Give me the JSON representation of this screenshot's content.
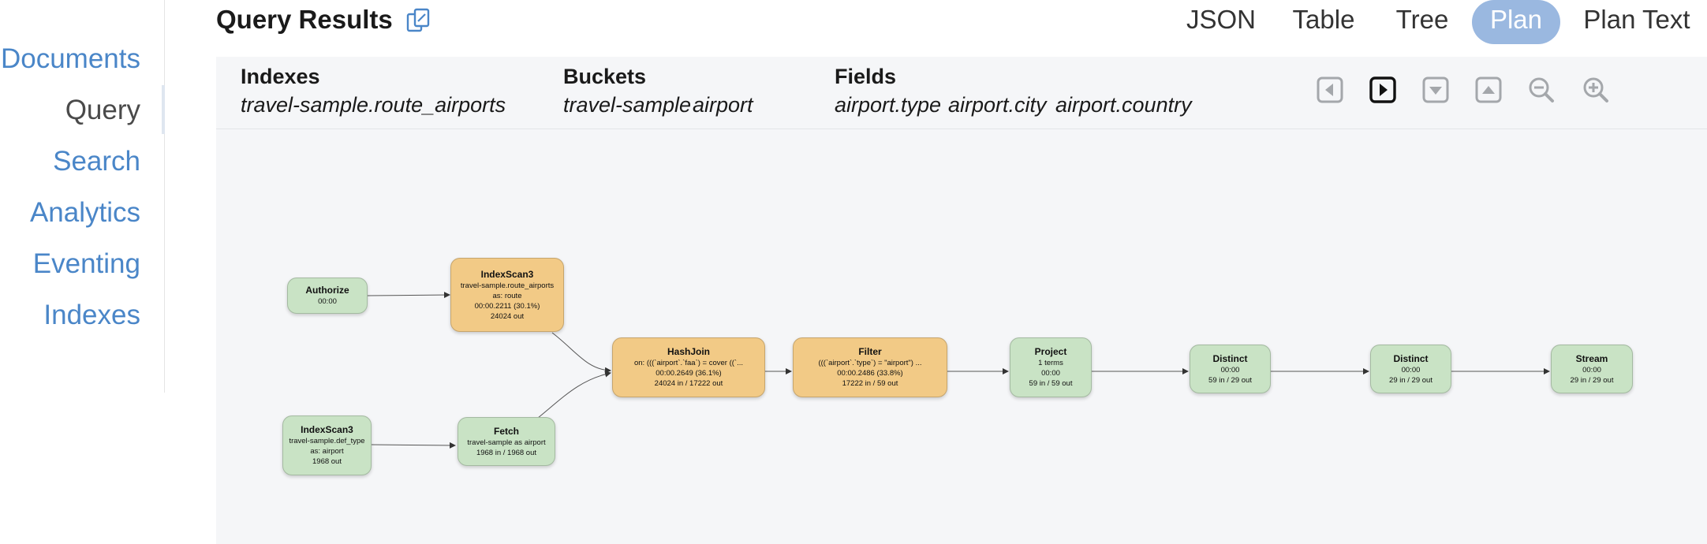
{
  "sidebar": {
    "items": [
      {
        "label": "Documents"
      },
      {
        "label": "Query"
      },
      {
        "label": "Search"
      },
      {
        "label": "Analytics"
      },
      {
        "label": "Eventing"
      },
      {
        "label": "Indexes"
      }
    ],
    "active": "Query"
  },
  "header": {
    "title": "Query Results",
    "copy_icon": "copy-icon",
    "tabs": [
      {
        "label": "JSON"
      },
      {
        "label": "Table"
      },
      {
        "label": "Tree"
      },
      {
        "label": "Plan"
      },
      {
        "label": "Plan Text"
      }
    ],
    "active_tab": "Plan"
  },
  "info": {
    "indexes_label": "Indexes",
    "indexes": [
      "travel-sample.route_airports"
    ],
    "buckets_label": "Buckets",
    "buckets": [
      "travel-sample",
      "airport"
    ],
    "fields_label": "Fields",
    "fields": [
      "airport.type",
      "airport.city",
      "airport.country"
    ]
  },
  "toolbar": {
    "icons": [
      "arrow-left-icon",
      "arrow-right-icon",
      "arrow-down-icon",
      "arrow-up-icon",
      "zoom-out-icon",
      "zoom-in-icon"
    ],
    "active_icon": "arrow-right-icon"
  },
  "plan": {
    "nodes": [
      {
        "id": "authorize",
        "title": "Authorize",
        "details": [
          "00:00"
        ]
      },
      {
        "id": "indexscan-route",
        "title": "IndexScan3",
        "details": [
          "travel-sample.route_airports",
          "as: route",
          "00:00.2211 (30.1%)",
          "24024 out"
        ]
      },
      {
        "id": "indexscan-airport",
        "title": "IndexScan3",
        "details": [
          "travel-sample.def_type",
          "as: airport",
          "1968 out"
        ]
      },
      {
        "id": "fetch",
        "title": "Fetch",
        "details": [
          "travel-sample as airport",
          "1968 in / 1968 out"
        ]
      },
      {
        "id": "hashjoin",
        "title": "HashJoin",
        "details": [
          "on: (((`airport`.`faa`) = cover ((`...",
          "00:00.2649 (36.1%)",
          "24024 in / 17222 out"
        ]
      },
      {
        "id": "filter",
        "title": "Filter",
        "details": [
          "(((`airport`.`type`) = \"airport\") ...",
          "00:00.2486 (33.8%)",
          "17222 in / 59 out"
        ]
      },
      {
        "id": "project",
        "title": "Project",
        "details": [
          "1 terms",
          "00:00",
          "59 in / 59 out"
        ]
      },
      {
        "id": "distinct-1",
        "title": "Distinct",
        "details": [
          "00:00",
          "59 in / 29 out"
        ]
      },
      {
        "id": "distinct-2",
        "title": "Distinct",
        "details": [
          "00:00",
          "29 in / 29 out"
        ]
      },
      {
        "id": "stream",
        "title": "Stream",
        "details": [
          "00:00",
          "29 in / 29 out"
        ]
      }
    ]
  },
  "colors": {
    "link": "#4a86c8",
    "tab_active": "#9ab8e0",
    "node_green": "#c9e3c5",
    "node_orange": "#f2ca86",
    "panel_bg": "#f5f6f8"
  }
}
